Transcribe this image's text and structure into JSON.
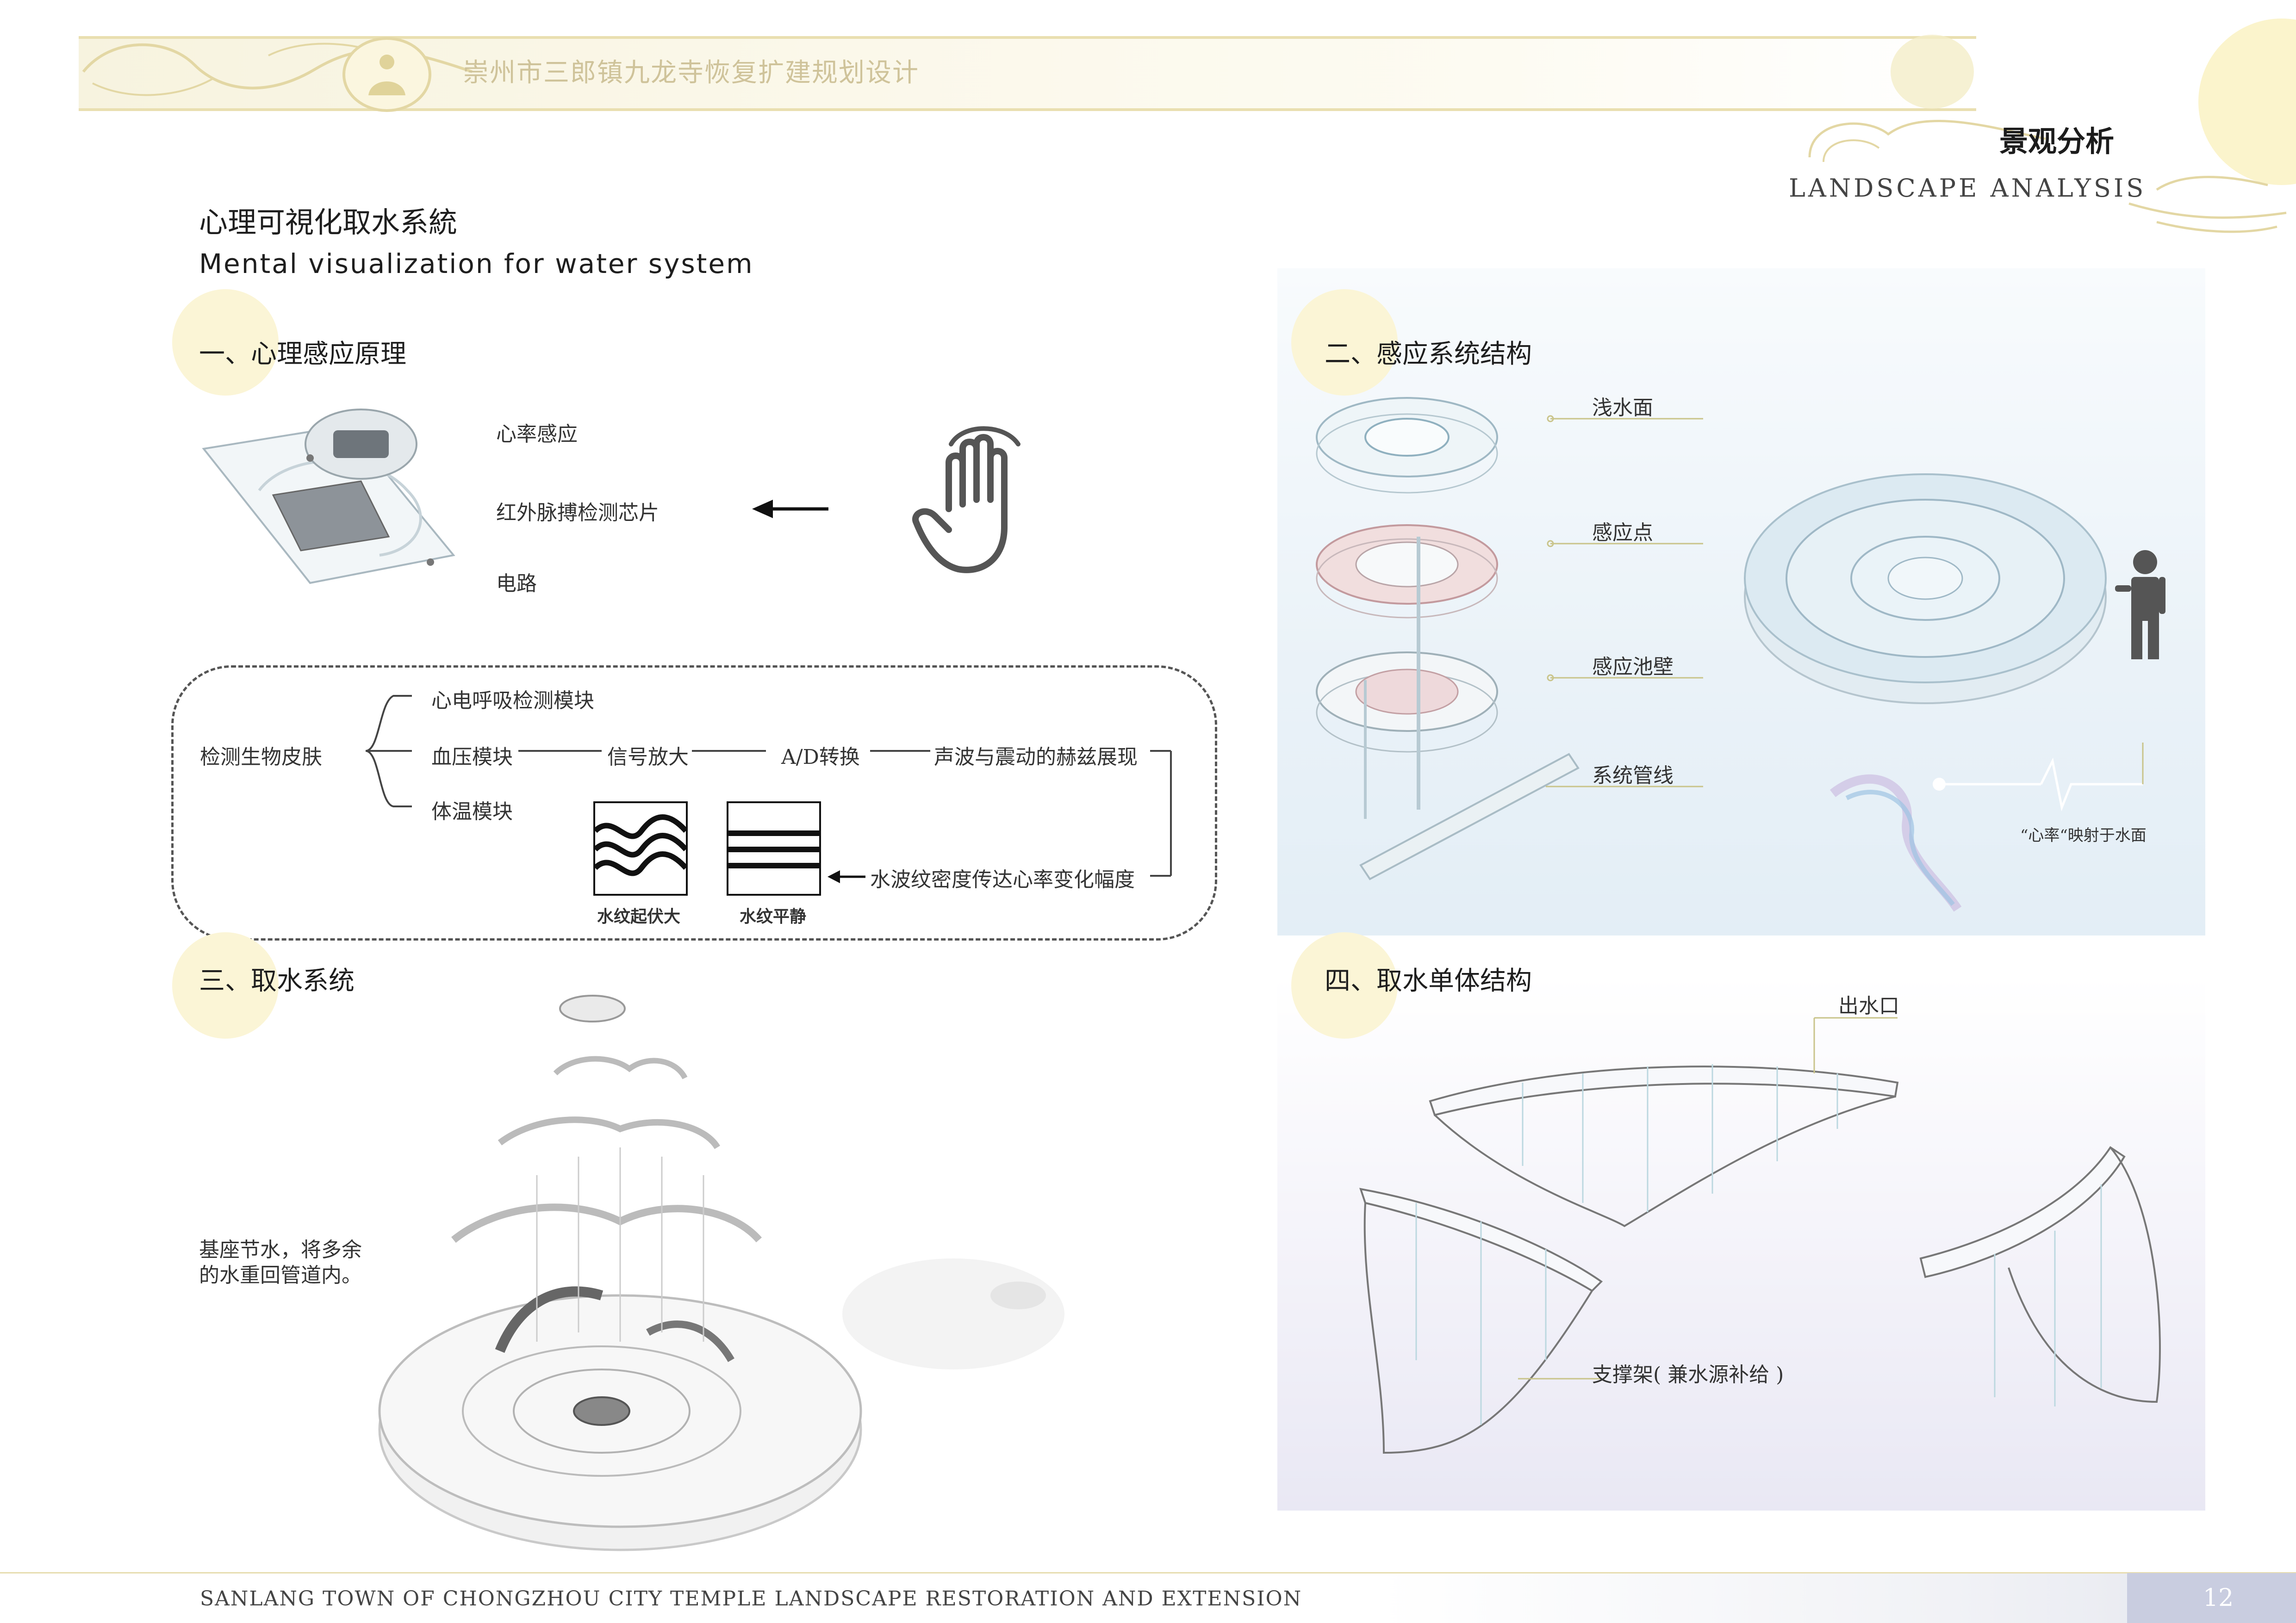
{
  "header": {
    "project_title": "崇州市三郎镇九龙寺恢复扩建规划设计",
    "section_cn": "景观分析",
    "section_en": "LANDSCAPE ANALYSIS"
  },
  "page": {
    "title_cn": "心理可視化取水系統",
    "title_en": "Mental visualization for water system"
  },
  "section1": {
    "heading": "一、心理感应原理",
    "labels": [
      "心率感应",
      "红外脉搏检测芯片",
      "电路"
    ]
  },
  "flow": {
    "start": "检测生物皮肤",
    "branches": [
      "心电呼吸检测模块",
      "血压模块",
      "体温模块"
    ],
    "chain": [
      "信号放大",
      "A/D转换",
      "声波与震动的赫兹展现"
    ],
    "result": "水波纹密度传达心率变化幅度",
    "icon1_label": "水纹起伏大",
    "icon2_label": "水纹平静"
  },
  "section2": {
    "heading": "二、感应系统结构",
    "labels": [
      "浅水面",
      "感应点",
      "感应池壁",
      "系统管线"
    ],
    "note": "“心率“映射于水面"
  },
  "section3": {
    "heading": "三、取水系统",
    "note_line1": "基座节水，将多余",
    "note_line2": "的水重回管道内。"
  },
  "section4": {
    "heading": "四、取水单体结构",
    "label_outlet": "出水口",
    "label_support": "支撑架( 兼水源补给 )"
  },
  "footer": {
    "text": "SANLANG TOWN OF  CHONGZHOU CITY TEMPLE LANDSCAPE RESTORATION AND EXTENSION",
    "page_number": "12"
  },
  "colors": {
    "gold": "#e9dfb0",
    "circle": "#fbf5d6",
    "blue_panel": "#e6f0f7",
    "purple_panel": "#eceaf5",
    "footer_box": "#c9cde0"
  }
}
